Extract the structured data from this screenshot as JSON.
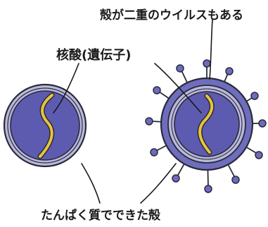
{
  "labels": {
    "double_capsid": "殻が二重のウイルスもある",
    "nucleic_acid": "核酸(遺伝子)",
    "protein_capsid": "たんぱく質でできた殻"
  },
  "colors": {
    "virus_body": "#5d5bb0",
    "virus_body_light": "#7876c6",
    "capsid_shell": "#b9b8dc",
    "genome_strand": "#e7c53a",
    "outline": "#2a2a3a",
    "spike_knob": "#6d6bbf",
    "text": "#1a1a1a"
  },
  "icons": {
    "simple_virus": "virus-single-capsid-icon",
    "enveloped_virus": "virus-double-capsid-icon"
  }
}
